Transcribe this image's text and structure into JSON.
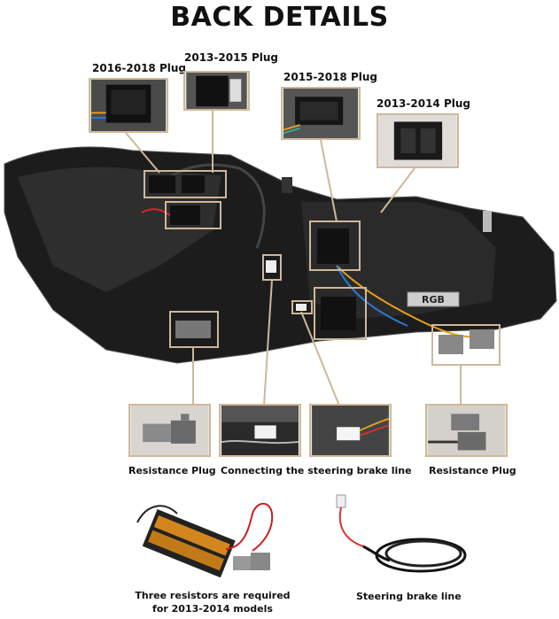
{
  "title": "BACK DETAILS",
  "plugs": {
    "p2016_2018": "2016-2018 Plug",
    "p2013_2015": "2013-2015 Plug",
    "p2015_2018": "2015-2018 Plug",
    "p2013_2014": "2013-2014 Plug"
  },
  "captions": {
    "resistance_left": "Resistance Plug",
    "connecting": "Connecting the steering brake line",
    "resistance_right": "Resistance Plug",
    "resistors_line1": "Three resistors are required",
    "resistors_line2": "for 2013-2014 models",
    "steering": "Steering brake line"
  },
  "lamp_marking": "RGB",
  "colors": {
    "callout": "#cfb89a",
    "lamp": "#1c1c1c"
  }
}
